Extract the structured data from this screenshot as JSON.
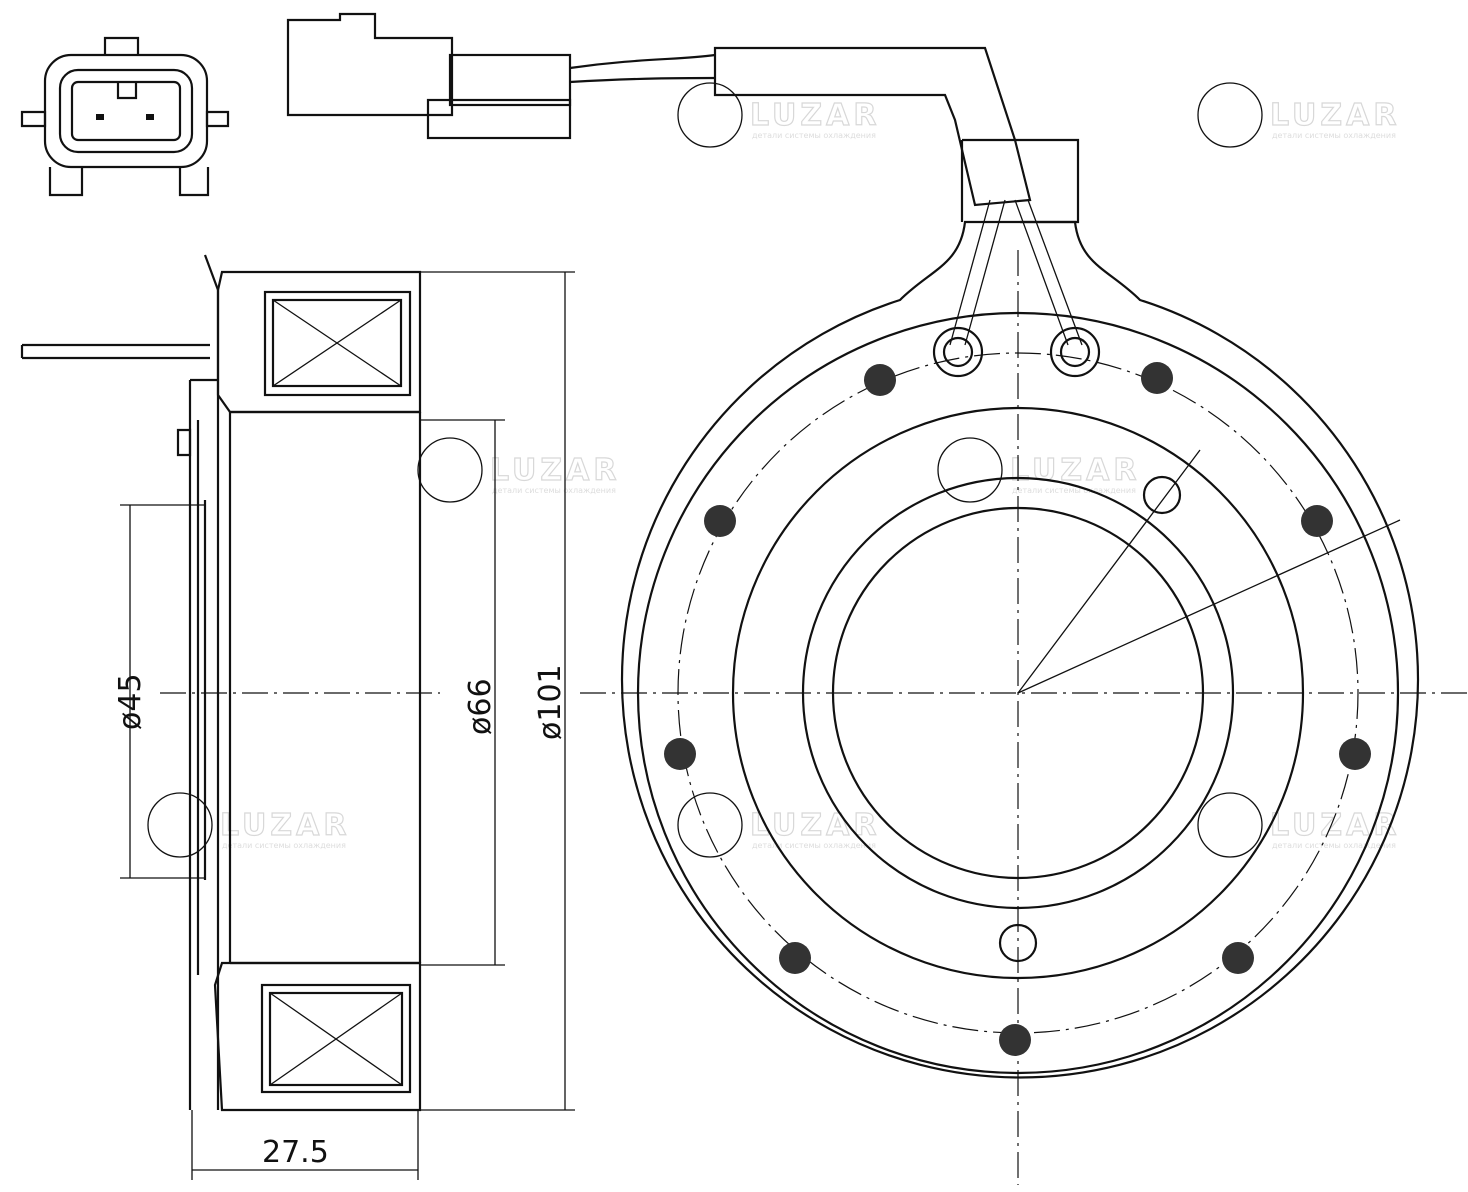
{
  "title": "Electromagnetic clutch coil drawing",
  "dimensions": {
    "inner_diameter": "ø45",
    "middle_diameter": "ø66",
    "outer_diameter": "ø101",
    "width": "27.5"
  },
  "watermark": {
    "brand": "LUZAR",
    "tagline": "детали системы охлаждения"
  },
  "colors": {
    "line": "#111111",
    "watermark": "#d8d8d8"
  }
}
